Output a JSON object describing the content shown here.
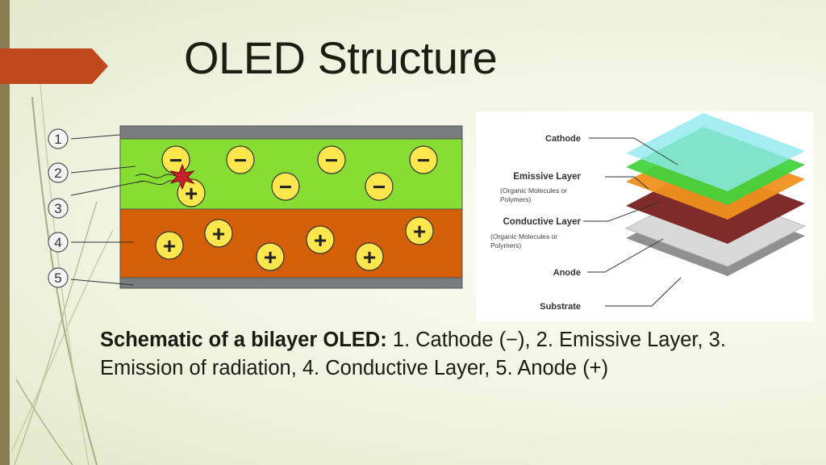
{
  "title": "OLED Structure",
  "schematic": {
    "numbers": [
      "1",
      "2",
      "3",
      "4",
      "5"
    ],
    "electron_symbol": "−",
    "hole_symbol": "+",
    "colors": {
      "cathode": "#7a7d7e",
      "emissive": "#88dd33",
      "conductive": "#d35f07",
      "anode": "#7a7d7e",
      "charge": "#fde74c",
      "emission": "#c8202a"
    }
  },
  "stack": {
    "labels": {
      "cathode": "Cathode",
      "emissive": "Emissive Layer",
      "emissive_sub1": "(Organic Molecules or",
      "emissive_sub2": "Polymers)",
      "conductive": "Conductive Layer",
      "conductive_sub1": "(Organic Molecules or",
      "conductive_sub2": "Polymers)",
      "anode": "Anode",
      "substrate": "Substrate"
    },
    "colors": {
      "cathode": "#8fe8ee",
      "emissive": "#3fd23c",
      "conductive": "#f0901e",
      "anode": "#7f2b2b",
      "substrate": "#d2d2d2"
    }
  },
  "caption": {
    "bold": "Schematic of a bilayer OLED:",
    "text": " 1. Cathode (−), 2. Emissive Layer, 3. Emission of radiation, 4. Conductive Layer, 5. Anode (+)"
  }
}
